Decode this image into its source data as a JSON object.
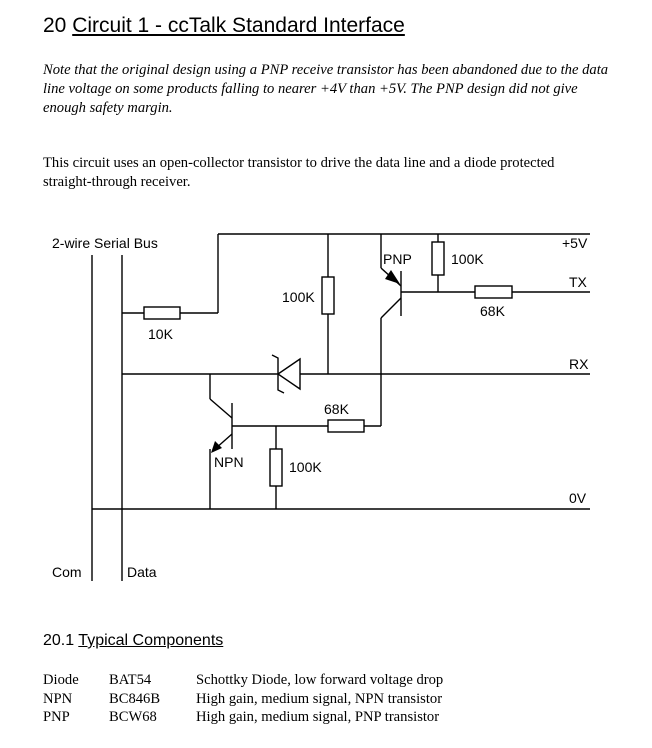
{
  "heading": {
    "number": "20",
    "title": "Circuit 1 - ccTalk Standard Interface"
  },
  "note": "Note that the original design using a PNP receive transistor has been abandoned due to the data line voltage on some products falling to nearer +4V than +5V. The PNP design did not give enough safety margin.",
  "intro": "This circuit uses an open-collector transistor to drive the data line and a diode protected straight-through receiver.",
  "schematic": {
    "bus_label": "2-wire Serial Bus",
    "rail_5v": "+5V",
    "tx": "TX",
    "rx": "RX",
    "rail_0v": "0V",
    "r_bus": "10K",
    "r_pullup": "100K",
    "r_pnp_base_pullup": "100K",
    "r_tx_base": "68K",
    "r_npn_base": "68K",
    "r_npn_pulldown": "100K",
    "pnp": "PNP",
    "npn": "NPN",
    "com": "Com",
    "data": "Data"
  },
  "subsection": {
    "number": "20.1",
    "title": "Typical Components"
  },
  "components": [
    {
      "type": "Diode",
      "part": "BAT54",
      "desc": "Schottky Diode, low forward voltage drop"
    },
    {
      "type": "NPN",
      "part": "BC846B",
      "desc": "High gain, medium signal, NPN transistor"
    },
    {
      "type": "PNP",
      "part": "BCW68",
      "desc": "High gain, medium signal, PNP transistor"
    }
  ]
}
